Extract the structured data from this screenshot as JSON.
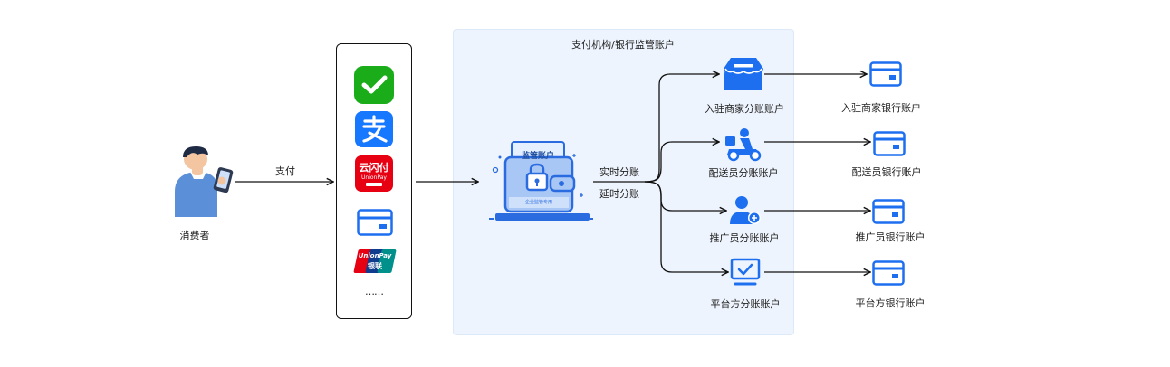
{
  "consumer_label": "消费者",
  "pay_label": "支付",
  "panel_title": "支付机构/银行监管账户",
  "methods_more": "……",
  "unionpay_cloud_text": "云闪付",
  "unionpay_cloud_sub": "UnionPay",
  "unionpay_card_text": "UnionPay",
  "unionpay_card_sub": "银联",
  "wallet_tag": "监管账户",
  "wallet_base": "企业监管专用",
  "realtime_label": "实时分账",
  "delayed_label": "延时分账",
  "sub_accounts": [
    {
      "label": "入驻商家分账账户",
      "bank": "入驻商家银行账户"
    },
    {
      "label": "配送员分账账户",
      "bank": "配送员银行账户"
    },
    {
      "label": "推广员分账账户",
      "bank": "推广员银行账户"
    },
    {
      "label": "平台方分账账户",
      "bank": "平台方银行账户"
    }
  ],
  "colors": {
    "accent": "#1e6ff0",
    "panel": "#eef4fd",
    "wechat": "#1aad19",
    "alipay": "#1677ff",
    "unionpay_red": "#e60012"
  }
}
